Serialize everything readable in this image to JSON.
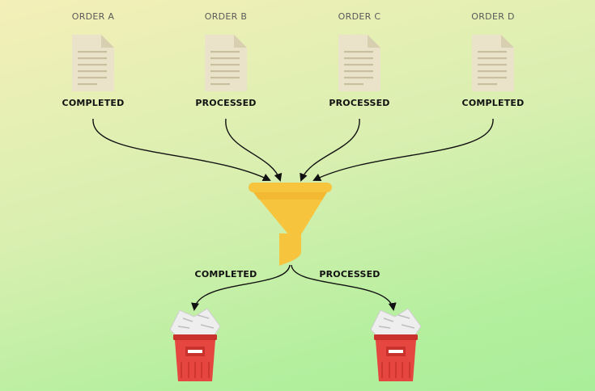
{
  "orders": [
    {
      "title": "ORDER A",
      "status": "COMPLETED"
    },
    {
      "title": "ORDER B",
      "status": "PROCESSED"
    },
    {
      "title": "ORDER C",
      "status": "PROCESSED"
    },
    {
      "title": "ORDER D",
      "status": "COMPLETED"
    }
  ],
  "outputs": [
    {
      "label": "COMPLETED"
    },
    {
      "label": "PROCESSED"
    }
  ],
  "colors": {
    "document": "#ebe3c9",
    "document_fold": "#d8ceb0",
    "document_lines": "#c9bf9f",
    "funnel": "#f6c43d",
    "funnel_shade": "#f0b02b",
    "bin": "#e5463f",
    "bin_dark": "#c9312c",
    "paper": "#eeeeee",
    "arrow": "#111111"
  },
  "icons": [
    "document-icon",
    "funnel-icon",
    "bin-icon",
    "arrow-icon"
  ]
}
